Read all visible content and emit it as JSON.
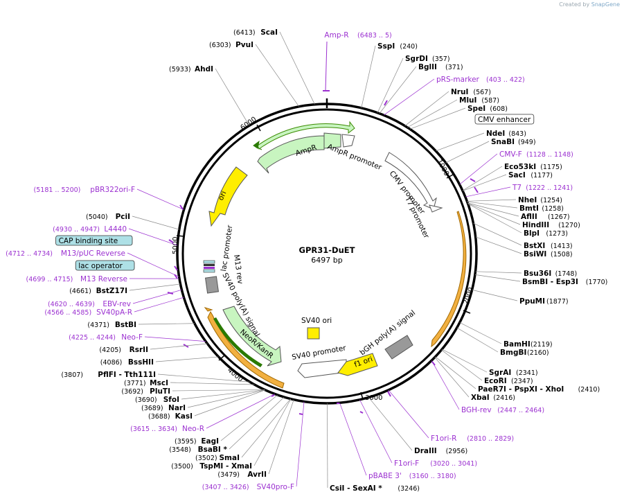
{
  "app": {
    "credit_prefix": "Created by",
    "credit_brand": "SnapGene"
  },
  "plasmid": {
    "name": "GPR31-DuET",
    "size_label": "6497 bp",
    "length": 6497
  },
  "ticks": [
    "1000",
    "2000",
    "3000",
    "4000",
    "5000",
    "6000"
  ],
  "features": [
    {
      "label": "AmpR",
      "type": "cds",
      "color": "#c8f5c0"
    },
    {
      "label": "AmpR promoter",
      "type": "promoter",
      "color": "#ffffff"
    },
    {
      "label": "CMV promoter",
      "type": "promoter",
      "color": "#ffffff"
    },
    {
      "label": "T7 promoter",
      "type": "promoter",
      "color": "#ffffff"
    },
    {
      "label": "ori",
      "type": "origin",
      "color": "#ffee00"
    },
    {
      "label": "lac promoter",
      "type": "promoter",
      "color": "#ffffff"
    },
    {
      "label": "M13 rev",
      "type": "primer",
      "color": "#ffffff"
    },
    {
      "label": "SV40 poly(A) signal",
      "type": "terminator",
      "color": "#999999"
    },
    {
      "label": "NeoR/KanR",
      "type": "cds",
      "color": "#c8f5c0"
    },
    {
      "label": "SV40 promoter",
      "type": "promoter",
      "color": "#ffffff"
    },
    {
      "label": "SV40 ori",
      "type": "origin",
      "color": "#ffee00"
    },
    {
      "label": "f1 ori",
      "type": "origin",
      "color": "#ffee00"
    },
    {
      "label": "bGH poly(A) signal",
      "type": "terminator",
      "color": "#999999"
    }
  ],
  "top_feature": {
    "name": "Amp-R",
    "range": "(6483 .. 5)"
  },
  "left_labels": [
    {
      "name": "ScaI",
      "pos": "(6413)",
      "kind": "enzyme"
    },
    {
      "name": "PvuI",
      "pos": "(6303)",
      "kind": "enzyme"
    },
    {
      "name": "AhdI",
      "pos": "(5933)",
      "kind": "enzyme"
    },
    {
      "name": "pBR322ori-F",
      "pos": "(5181 .. 5200)",
      "kind": "primer"
    },
    {
      "name": "PciI",
      "pos": "(5040)",
      "kind": "enzyme"
    },
    {
      "name": "L4440",
      "pos": "(4930 .. 4947)",
      "kind": "primer"
    },
    {
      "name": "CAP binding site",
      "pos": "",
      "kind": "boxed"
    },
    {
      "name": "M13/pUC Reverse",
      "pos": "(4712 .. 4734)",
      "kind": "primer"
    },
    {
      "name": "lac operator",
      "pos": "",
      "kind": "boxed"
    },
    {
      "name": "M13 Reverse",
      "pos": "(4699 .. 4715)",
      "kind": "primer"
    },
    {
      "name": "BstZ17I",
      "pos": "(4661)",
      "kind": "enzyme"
    },
    {
      "name": "EBV-rev",
      "pos": "(4620 .. 4639)",
      "kind": "primer"
    },
    {
      "name": "SV40pA-R",
      "pos": "(4566 .. 4585)",
      "kind": "primer"
    },
    {
      "name": "BstBI",
      "pos": "(4371)",
      "kind": "enzyme"
    },
    {
      "name": "Neo-F",
      "pos": "(4225 .. 4244)",
      "kind": "primer"
    },
    {
      "name": "RsrII",
      "pos": "(4205)",
      "kind": "enzyme"
    },
    {
      "name": "BssHII",
      "pos": "(4086)",
      "kind": "enzyme"
    },
    {
      "name": "PflFI - Tth111I",
      "pos": "(3807)",
      "kind": "enzyme"
    },
    {
      "name": "MscI",
      "pos": "(3771)",
      "kind": "enzyme"
    },
    {
      "name": "PluTI",
      "pos": "(3692)",
      "kind": "enzyme"
    },
    {
      "name": "SfoI",
      "pos": "(3690)",
      "kind": "enzyme"
    },
    {
      "name": "NarI",
      "pos": "(3689)",
      "kind": "enzyme"
    },
    {
      "name": "KasI",
      "pos": "(3688)",
      "kind": "enzyme"
    },
    {
      "name": "Neo-R",
      "pos": "(3615 .. 3634)",
      "kind": "primer"
    },
    {
      "name": "EagI",
      "pos": "(3595)",
      "kind": "enzyme"
    },
    {
      "name": "BsaBI *",
      "pos": "(3548)",
      "kind": "enzyme"
    },
    {
      "name": "SmaI",
      "pos": "(3502)",
      "kind": "enzyme"
    },
    {
      "name": "TspMI - XmaI",
      "pos": "(3500)",
      "kind": "enzyme"
    },
    {
      "name": "AvrII",
      "pos": "(3479)",
      "kind": "enzyme"
    },
    {
      "name": "SV40pro-F",
      "pos": "(3407 .. 3426)",
      "kind": "primer"
    }
  ],
  "right_labels": [
    {
      "name": "SspI",
      "pos": "(240)",
      "kind": "enzyme"
    },
    {
      "name": "SgrDI",
      "pos": "(357)",
      "kind": "enzyme"
    },
    {
      "name": "BglII",
      "pos": "(371)",
      "kind": "enzyme"
    },
    {
      "name": "pRS-marker",
      "pos": "(403 .. 422)",
      "kind": "primer"
    },
    {
      "name": "NruI",
      "pos": "(567)",
      "kind": "enzyme"
    },
    {
      "name": "MluI",
      "pos": "(587)",
      "kind": "enzyme"
    },
    {
      "name": "SpeI",
      "pos": "(608)",
      "kind": "enzyme"
    },
    {
      "name": "CMV enhancer",
      "pos": "",
      "kind": "boxed-white"
    },
    {
      "name": "NdeI",
      "pos": "(843)",
      "kind": "enzyme"
    },
    {
      "name": "SnaBI",
      "pos": "(949)",
      "kind": "enzyme"
    },
    {
      "name": "CMV-F",
      "pos": "(1128 .. 1148)",
      "kind": "primer"
    },
    {
      "name": "Eco53kI",
      "pos": "(1175)",
      "kind": "enzyme"
    },
    {
      "name": "SacI",
      "pos": "(1177)",
      "kind": "enzyme"
    },
    {
      "name": "T7",
      "pos": "(1222 .. 1241)",
      "kind": "primer"
    },
    {
      "name": "NheI",
      "pos": "(1254)",
      "kind": "enzyme"
    },
    {
      "name": "BmtI",
      "pos": "(1258)",
      "kind": "enzyme"
    },
    {
      "name": "AflII",
      "pos": "(1267)",
      "kind": "enzyme"
    },
    {
      "name": "HindIII",
      "pos": "(1270)",
      "kind": "enzyme"
    },
    {
      "name": "BlpI",
      "pos": "(1273)",
      "kind": "enzyme"
    },
    {
      "name": "BstXI",
      "pos": "(1413)",
      "kind": "enzyme"
    },
    {
      "name": "BsiWI",
      "pos": "(1508)",
      "kind": "enzyme"
    },
    {
      "name": "Bsu36I",
      "pos": "(1748)",
      "kind": "enzyme"
    },
    {
      "name": "BsmBI - Esp3I",
      "pos": "(1770)",
      "kind": "enzyme"
    },
    {
      "name": "PpuMI",
      "pos": "(1877)",
      "kind": "enzyme"
    },
    {
      "name": "BamHI",
      "pos": "(2119)",
      "kind": "enzyme"
    },
    {
      "name": "BmgBI",
      "pos": "(2160)",
      "kind": "enzyme"
    },
    {
      "name": "SgrAI",
      "pos": "(2341)",
      "kind": "enzyme"
    },
    {
      "name": "EcoRI",
      "pos": "(2347)",
      "kind": "enzyme"
    },
    {
      "name": "PaeR7I - PspXI - XhoI",
      "pos": "(2410)",
      "kind": "enzyme"
    },
    {
      "name": "XbaI",
      "pos": "(2416)",
      "kind": "enzyme"
    },
    {
      "name": "BGH-rev",
      "pos": "(2447 .. 2464)",
      "kind": "primer"
    },
    {
      "name": "F1ori-R",
      "pos": "(2810 .. 2829)",
      "kind": "primer"
    },
    {
      "name": "DraIII",
      "pos": "(2956)",
      "kind": "enzyme"
    },
    {
      "name": "F1ori-F",
      "pos": "(3020 .. 3041)",
      "kind": "primer"
    },
    {
      "name": "pBABE 3'",
      "pos": "(3160 .. 3180)",
      "kind": "primer"
    },
    {
      "name": "CsiI - SexAI *",
      "pos": "(3246)",
      "kind": "enzyme"
    }
  ]
}
